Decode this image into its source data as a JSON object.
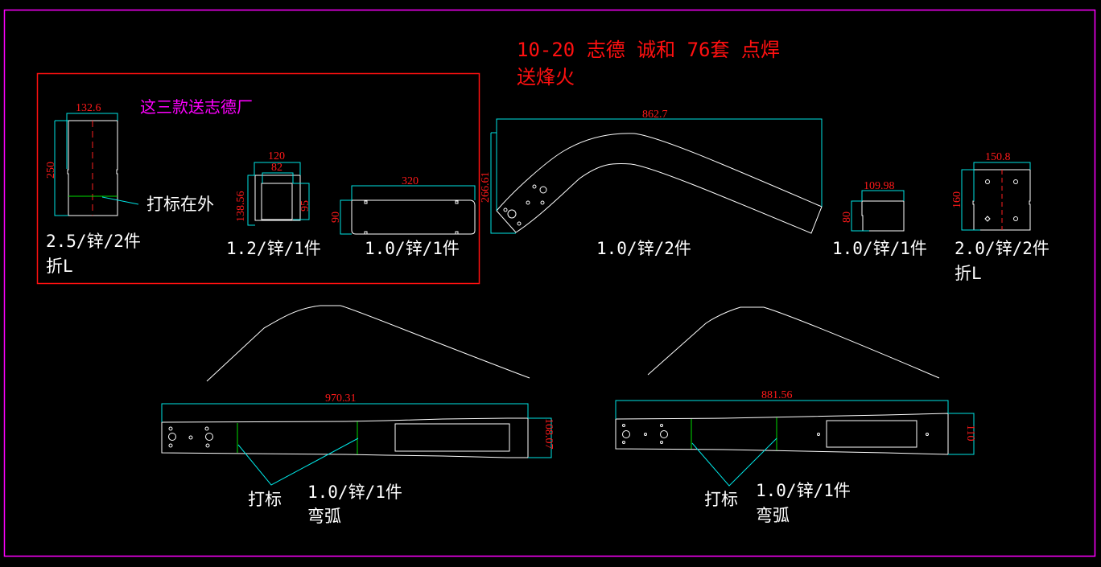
{
  "canvas": {
    "background": "#000000",
    "frame_color": "#ff00ff",
    "group_box_color": "#ff1010",
    "outline_color": "#ffffff",
    "dimension_line_color": "#00e5e5",
    "dimension_text_color": "#ff1a1a",
    "mark_line_color": "#00dd00"
  },
  "header": {
    "line1": "10-20 志德 诚和 76套 点焊",
    "line2": "送烽火"
  },
  "group_box": {
    "note": "这三款送志德厂"
  },
  "parts": [
    {
      "id": "part-1",
      "dims": {
        "width": "132.6",
        "height": "250"
      },
      "callout": "打标在外",
      "spec": "2.5/锌/2件",
      "note": "折L"
    },
    {
      "id": "part-2",
      "dims": {
        "outer_width": "120",
        "inner_width": "82",
        "height": "138.56",
        "inner_height": "95"
      },
      "spec": "1.2/锌/1件"
    },
    {
      "id": "part-3",
      "dims": {
        "width": "320",
        "height": "90"
      },
      "spec": "1.0/锌/1件"
    },
    {
      "id": "part-4",
      "dims": {
        "width": "862.7",
        "height": "266.61"
      },
      "spec": "1.0/锌/2件"
    },
    {
      "id": "part-5",
      "dims": {
        "width": "109.98",
        "height": "80"
      },
      "spec": "1.0/锌/1件"
    },
    {
      "id": "part-6",
      "dims": {
        "width": "150.8",
        "height": "160"
      },
      "spec": "2.0/锌/2件",
      "note": "折L"
    },
    {
      "id": "part-7",
      "dims": {
        "width": "970.31",
        "height": "108.07"
      },
      "callout": "打标",
      "spec": "1.0/锌/1件",
      "note": "弯弧"
    },
    {
      "id": "part-8",
      "dims": {
        "width": "881.56",
        "height": "110"
      },
      "callout": "打标",
      "spec": "1.0/锌/1件",
      "note": "弯弧"
    }
  ]
}
